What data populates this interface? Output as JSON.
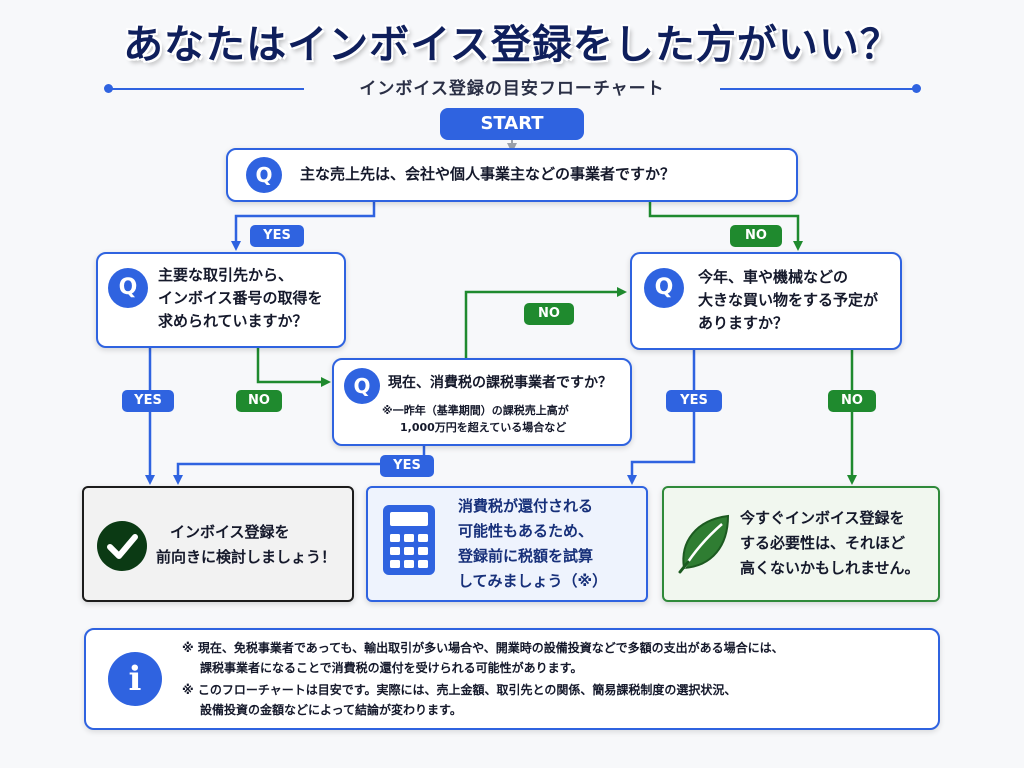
{
  "title": "あなたはインボイス登録をした方がいい？",
  "subtitle": "インボイス登録の目安フローチャート",
  "start_label": "START",
  "q_symbol": "Q",
  "questions": {
    "q1": "主な売上先は、会社や個人事業主などの事業者ですか？",
    "q2": [
      "主要な取引先から、",
      "インボイス番号の取得を",
      "求められていますか？"
    ],
    "q3": "現在、消費税の課税事業者ですか？",
    "q3_note": [
      "※一昨年（基準期間）の課税売上高が",
      "1,000万円を超えている場合など"
    ],
    "q4": [
      "今年、車や機械などの",
      "大きな買い物をする予定が",
      "ありますか？"
    ]
  },
  "labels": {
    "yes": "YES",
    "no": "NO"
  },
  "results": {
    "r1": [
      "インボイス登録を",
      "前向きに検討しましょう！"
    ],
    "r2": [
      "消費税が還付される",
      "可能性もあるため、",
      "登録前に税額を試算",
      "してみましょう（※）"
    ],
    "r3": [
      "今すぐインボイス登録を",
      "する必要性は、それほど",
      "高くないかもしれません。"
    ]
  },
  "info": {
    "icon_letter": "i",
    "lines": [
      "※ 現在、免税事業者であっても、輸出取引が多い場合や、開業時の設備投資などで多額の支出がある場合には、",
      "課税事業者になることで消費税の還付を受けられる可能性があります。",
      "※ このフローチャートは目安です。実際には、売上金額、取引先との関係、簡易課税制度の選択状況、",
      "設備投資の金額などによって結論が変わります。"
    ]
  },
  "icons": {
    "result1": "check-icon",
    "result2": "calculator-icon",
    "result3": "leaf-icon",
    "info": "info-icon"
  },
  "colors": {
    "blue": "#2f63e0",
    "green": "#1f8a2e",
    "navy": "#0f1f5c",
    "dark_border": "#1c1c1c"
  }
}
